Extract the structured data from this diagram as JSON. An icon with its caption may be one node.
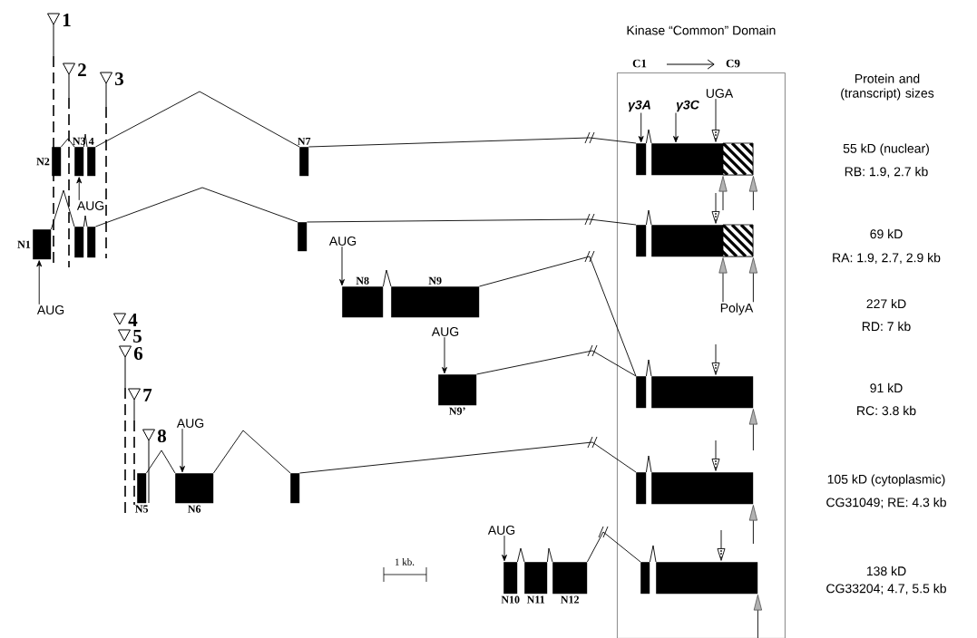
{
  "diagram": {
    "nodes": [
      {
        "text": [
          "Kinase “Common” Domain"
        ]
      },
      {
        "text": [
          "N2"
        ]
      },
      {
        "text": [
          "N3"
        ]
      },
      {
        "text": [
          "4"
        ]
      },
      {
        "text": [
          "N7"
        ]
      },
      {
        "text": [],
        "shape": "bar",
        "in": 0
      },
      {
        "text": [],
        "shape": "bar",
        "in": 0
      },
      {
        "text": [
          "N1"
        ]
      },
      {
        "text": [],
        "shape": "bar"
      },
      {
        "text": [],
        "shape": "bar"
      },
      {
        "text": [],
        "shape": "bar"
      },
      {
        "text": [],
        "shape": "bar",
        "in": 0
      },
      {
        "text": [],
        "shape": "bar",
        "in": 0
      },
      {
        "text": [
          "N8"
        ]
      },
      {
        "text": [
          "N9"
        ]
      },
      {
        "text": [
          "N9’"
        ]
      },
      {
        "text": [],
        "shape": "bar",
        "in": 0
      },
      {
        "text": [],
        "shape": "bar",
        "in": 0
      },
      {
        "text": [
          "N5"
        ]
      },
      {
        "text": [
          "N6"
        ]
      },
      {
        "text": [],
        "shape": "bar"
      },
      {
        "text": [],
        "shape": "bar",
        "in": 0
      },
      {
        "text": [],
        "shape": "bar",
        "in": 0
      },
      {
        "text": [
          "N10"
        ]
      },
      {
        "text": [
          "N11"
        ]
      },
      {
        "text": [
          "N12"
        ]
      },
      {
        "text": [],
        "shape": "bar",
        "in": 0
      },
      {
        "text": [],
        "shape": "bar",
        "in": 0
      },
      {
        "text": [
          "AUG"
        ]
      },
      {
        "text": [
          "AUG"
        ]
      },
      {
        "text": [
          "AUG"
        ]
      },
      {
        "text": [
          "AUG"
        ]
      },
      {
        "text": [
          "AUG"
        ]
      },
      {
        "text": [
          "AUG"
        ]
      },
      {
        "text": [
          "γ3A"
        ],
        "in": 0
      },
      {
        "text": [
          "γ3C"
        ],
        "in": 0
      },
      {
        "text": [
          "UGA"
        ],
        "in": 0
      },
      {
        "text": [
          "PolyA"
        ],
        "in": 0
      }
    ],
    "edges": [
      {
        "from": 1,
        "to": 2,
        "arrow": "none"
      },
      {
        "from": 2,
        "to": 3,
        "arrow": "none"
      },
      {
        "from": 3,
        "to": 4,
        "arrow": "none"
      },
      {
        "from": 4,
        "to": 5,
        "arrow": "none"
      },
      {
        "from": 5,
        "to": 6,
        "arrow": "none"
      },
      {
        "from": 7,
        "to": 8,
        "arrow": "none"
      },
      {
        "from": 8,
        "to": 9,
        "arrow": "none"
      },
      {
        "from": 9,
        "to": 10,
        "arrow": "none"
      },
      {
        "from": 10,
        "to": 11,
        "arrow": "none"
      },
      {
        "from": 11,
        "to": 12,
        "arrow": "none"
      },
      {
        "from": 13,
        "to": 14,
        "arrow": "none"
      },
      {
        "from": 14,
        "to": 16,
        "arrow": "none"
      },
      {
        "from": 15,
        "to": 16,
        "arrow": "none"
      },
      {
        "from": 16,
        "to": 17,
        "arrow": "none"
      },
      {
        "from": 18,
        "to": 19,
        "arrow": "none"
      },
      {
        "from": 19,
        "to": 20,
        "arrow": "none"
      },
      {
        "from": 20,
        "to": 21,
        "arrow": "none"
      },
      {
        "from": 21,
        "to": 22,
        "arrow": "none"
      },
      {
        "from": 23,
        "to": 24,
        "arrow": "none"
      },
      {
        "from": 24,
        "to": 25,
        "arrow": "none"
      },
      {
        "from": 25,
        "to": 26,
        "arrow": "none"
      },
      {
        "from": 26,
        "to": 27,
        "arrow": "none"
      },
      {
        "from": 28,
        "to": 2,
        "arrow": "to"
      },
      {
        "from": 29,
        "to": 7,
        "arrow": "to"
      },
      {
        "from": 30,
        "to": 13,
        "arrow": "to"
      },
      {
        "from": 31,
        "to": 15,
        "arrow": "to"
      },
      {
        "from": 32,
        "to": 19,
        "arrow": "to"
      },
      {
        "from": 33,
        "to": 23,
        "arrow": "to"
      },
      {
        "from": 34,
        "to": 5,
        "arrow": "to"
      },
      {
        "from": 35,
        "to": 6,
        "arrow": "to"
      },
      {
        "from": 36,
        "to": 6,
        "arrow": "to"
      },
      {
        "from": null,
        "to": 12,
        "arrow": "to"
      },
      {
        "from": null,
        "to": 17,
        "arrow": "to"
      },
      {
        "from": null,
        "to": 22,
        "arrow": "to"
      },
      {
        "from": null,
        "to": 27,
        "arrow": "to"
      },
      {
        "from": null,
        "to": 6,
        "arrow": "to"
      },
      {
        "from": null,
        "to": 6,
        "arrow": "to"
      },
      {
        "from": 37,
        "to": 12,
        "arrow": "to"
      },
      {
        "from": 37,
        "to": 12,
        "arrow": "to"
      },
      {
        "from": null,
        "to": 17,
        "arrow": "to"
      },
      {
        "from": null,
        "to": 22,
        "arrow": "to"
      },
      {
        "from": null,
        "to": 27,
        "arrow": "to"
      }
    ],
    "labels": [
      "1",
      "2",
      "3",
      "C1",
      "C9",
      "Protein and (transcript) sizes",
      "55 kD (nuclear)",
      "RB: 1.9, 2.7 kb",
      "69 kD",
      "RA: 1.9, 2.7, 2.9 kb",
      "227 kD",
      "RD: 7 kb",
      "4",
      "5",
      "6",
      "91 kD",
      "RC: 3.8 kb",
      "7",
      "8",
      "105 kD (cytoplasmic)",
      "CG31049; RE: 4.3 kb",
      "138 kD",
      "CG33204; 4.7, 5.5 kb",
      "1 kb."
    ]
  }
}
